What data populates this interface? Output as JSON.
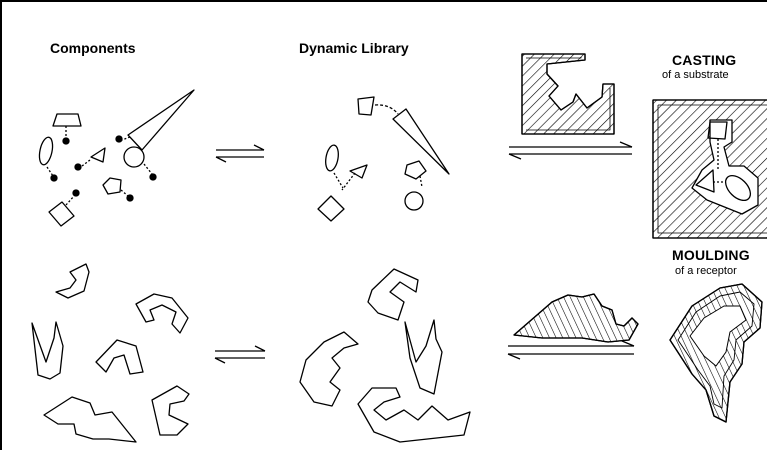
{
  "headings": {
    "components": "Components",
    "dynamic_library": "Dynamic Library",
    "casting": "CASTING",
    "casting_sub": "of a substrate",
    "moulding": "MOULDING",
    "moulding_sub": "of a receptor"
  },
  "colors": {
    "ink": "#000000",
    "paper": "#ffffff"
  }
}
